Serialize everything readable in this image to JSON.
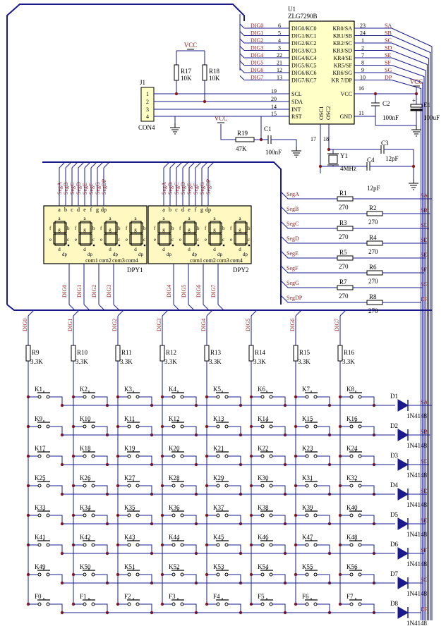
{
  "u1": {
    "ref": "U1",
    "part": "ZLG7290B",
    "left_pins": [
      {
        "num": "6",
        "name": "DIG0/KC0",
        "net": "DIG0"
      },
      {
        "num": "5",
        "name": "DIG1/KC1",
        "net": "DIG1"
      },
      {
        "num": "4",
        "name": "DIG2/KC2",
        "net": "DIG2"
      },
      {
        "num": "3",
        "name": "DIG3/KC3",
        "net": "DIG3"
      },
      {
        "num": "22",
        "name": "DIG4/KC4",
        "net": "DIG4"
      },
      {
        "num": "21",
        "name": "DIG5/KC5",
        "net": "DIG5"
      },
      {
        "num": "12",
        "name": "DIG6/KC6",
        "net": "DIG6"
      },
      {
        "num": "13",
        "name": "DIG7/KC7",
        "net": "DIG7"
      }
    ],
    "right_pins": [
      {
        "num": "23",
        "name": "KR0/SA",
        "net": "SA"
      },
      {
        "num": "24",
        "name": "KR1/SB",
        "net": "SB"
      },
      {
        "num": "1",
        "name": "KR2/SC",
        "net": "SC"
      },
      {
        "num": "2",
        "name": "KR3/SD",
        "net": "SD"
      },
      {
        "num": "7",
        "name": "KR4/SE",
        "net": "SE"
      },
      {
        "num": "8",
        "name": "KR5/SF",
        "net": "SF"
      },
      {
        "num": "9",
        "name": "KR6/SG",
        "net": "SG"
      },
      {
        "num": "10",
        "name": "KR 7/DP",
        "net": "DP"
      }
    ],
    "bus_pins": [
      {
        "num": "19",
        "name": "SCL"
      },
      {
        "num": "20",
        "name": "SDA"
      },
      {
        "num": "14",
        "name": "INT"
      },
      {
        "num": "15",
        "name": "RST"
      }
    ],
    "vcc": {
      "num": "16",
      "name": "VCC"
    },
    "gnd": {
      "num": "11",
      "name": "GND"
    },
    "osc1": {
      "num": "17",
      "name": "OSC1"
    },
    "osc2": {
      "num": "18",
      "name": "OSC2"
    }
  },
  "connector": {
    "ref": "J1",
    "part": "CON4",
    "pins": [
      "1",
      "2",
      "3",
      "4"
    ]
  },
  "power": {
    "vcc": "VCC"
  },
  "pullups": [
    {
      "ref": "R17",
      "value": "10K"
    },
    {
      "ref": "R18",
      "value": "10K"
    }
  ],
  "reset": {
    "r_ref": "R19",
    "r_value": "47K",
    "c_ref": "C1",
    "c_value": "100nF"
  },
  "decoupling": [
    {
      "ref": "C2",
      "value": "100nF"
    },
    {
      "ref": "E1",
      "value": "100uF",
      "polarity": "+"
    }
  ],
  "crystal": {
    "ref": "Y1",
    "value": "4MHz",
    "caps": [
      {
        "ref": "C3",
        "value": "12pF"
      },
      {
        "ref": "C4",
        "value": "12pF"
      }
    ]
  },
  "displays": [
    {
      "ref": "DPY1",
      "segments": [
        "SegA",
        "SegB",
        "SegC",
        "SegD",
        "SegE",
        "SegF",
        "SegG",
        "SegDP"
      ],
      "pins": [
        "a",
        "b",
        "c",
        "d",
        "e",
        "f",
        "g",
        "dp"
      ],
      "coms": [
        "com1",
        "com2",
        "com3",
        "com4"
      ],
      "digs": [
        "DIG0",
        "DIG1",
        "DIG2",
        "DIG3"
      ]
    },
    {
      "ref": "DPY2",
      "segments": [
        "SegA",
        "SegB",
        "SegC",
        "SegD",
        "SegE",
        "SegF",
        "SegG",
        "SegDP"
      ],
      "pins": [
        "a",
        "b",
        "c",
        "d",
        "e",
        "f",
        "g",
        "dp"
      ],
      "coms": [
        "com1",
        "com2",
        "com3",
        "com4"
      ],
      "digs": [
        "DIG4",
        "DIG5",
        "DIG6",
        "DIG7"
      ]
    }
  ],
  "digit_seg_labels": {
    "a": "a",
    "b": "b",
    "c": "c",
    "d": "d",
    "e": "e",
    "f": "f",
    "g": "g",
    "dp": "dp"
  },
  "segment_resistors": [
    {
      "seg": "SegA",
      "ref": "R1",
      "value": "270",
      "net": "SA"
    },
    {
      "seg": "SegB",
      "ref": "R2",
      "value": "270",
      "net": "SB"
    },
    {
      "seg": "SegC",
      "ref": "R3",
      "value": "270",
      "net": "SC"
    },
    {
      "seg": "SegD",
      "ref": "R4",
      "value": "270",
      "net": "SD"
    },
    {
      "seg": "SegE",
      "ref": "R5",
      "value": "270",
      "net": "SE"
    },
    {
      "seg": "SegF",
      "ref": "R6",
      "value": "270",
      "net": "SF"
    },
    {
      "seg": "SegG",
      "ref": "R7",
      "value": "270",
      "net": "SG"
    },
    {
      "seg": "SegDP",
      "ref": "R8",
      "value": "270",
      "net": "DP"
    }
  ],
  "column_resistors": [
    {
      "dig": "DIG0",
      "ref": "R9",
      "value": "3.3K"
    },
    {
      "dig": "DIG1",
      "ref": "R10",
      "value": "3.3K"
    },
    {
      "dig": "DIG2",
      "ref": "R11",
      "value": "3.3K"
    },
    {
      "dig": "DIG3",
      "ref": "R12",
      "value": "3.3K"
    },
    {
      "dig": "DIG4",
      "ref": "R13",
      "value": "3.3K"
    },
    {
      "dig": "DIG5",
      "ref": "R14",
      "value": "3.3K"
    },
    {
      "dig": "DIG6",
      "ref": "R15",
      "value": "3.3K"
    },
    {
      "dig": "DIG7",
      "ref": "R16",
      "value": "3.3K"
    }
  ],
  "keys": [
    [
      "K1",
      "K2",
      "K3",
      "K4",
      "K5",
      "K6",
      "K7",
      "K8"
    ],
    [
      "K9",
      "K10",
      "K11",
      "K12",
      "K13",
      "K14",
      "K15",
      "K16"
    ],
    [
      "K17",
      "K18",
      "K19",
      "K20",
      "K21",
      "K22",
      "K23",
      "K24"
    ],
    [
      "K25",
      "K26",
      "K27",
      "K28",
      "K29",
      "K30",
      "K31",
      "K32"
    ],
    [
      "K33",
      "K34",
      "K35",
      "K36",
      "K37",
      "K38",
      "K39",
      "K40"
    ],
    [
      "K41",
      "K42",
      "K43",
      "K44",
      "K45",
      "K46",
      "K47",
      "K48"
    ],
    [
      "K49",
      "K50",
      "K51",
      "K52",
      "K53",
      "K54",
      "K55",
      "K56"
    ],
    [
      "F0",
      "F1",
      "F2",
      "F3",
      "F4",
      "F5",
      "F6",
      "F7"
    ]
  ],
  "diodes": [
    {
      "ref": "D1",
      "part": "1N4148",
      "net": "SA"
    },
    {
      "ref": "D2",
      "part": "1N4148",
      "net": "SB"
    },
    {
      "ref": "D3",
      "part": "1N4148",
      "net": "SC"
    },
    {
      "ref": "D4",
      "part": "1N4148",
      "net": "SD"
    },
    {
      "ref": "D5",
      "part": "1N4148",
      "net": "SE"
    },
    {
      "ref": "D6",
      "part": "1N4148",
      "net": "SF"
    },
    {
      "ref": "D7",
      "part": "1N4148",
      "net": "SG"
    },
    {
      "ref": "D8",
      "part": "1N4148",
      "net": "DP"
    }
  ],
  "colors": {
    "wire": "#1a1a8c",
    "bus": "#1a1a8c",
    "net_label": "#8b1a1a",
    "part": "#000000",
    "display_fill": "#fff8c0",
    "ic_fill": "#ffffc8",
    "node": "#8b1a1a"
  }
}
